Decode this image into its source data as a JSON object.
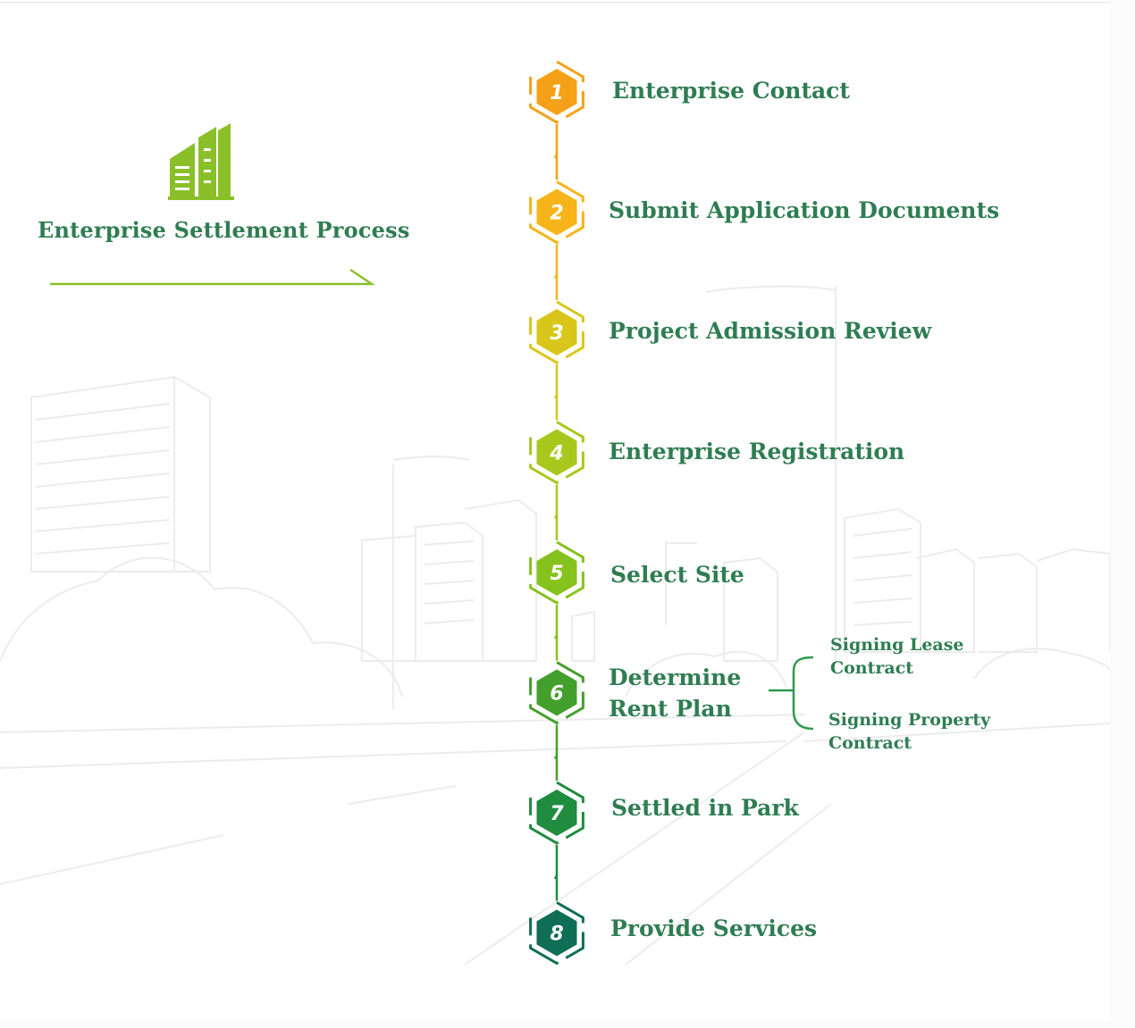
{
  "title": "Enterprise Settlement Process",
  "icons": {
    "building": "building-icon",
    "arrow": "long-arrow-right-icon"
  },
  "steps": [
    {
      "number": "1",
      "label": "Enterprise Contact",
      "color": "#f5a117"
    },
    {
      "number": "2",
      "label": "Submit Application Documents",
      "color": "#f6b41a"
    },
    {
      "number": "3",
      "label": "Project Admission Review",
      "color": "#d9c61a"
    },
    {
      "number": "4",
      "label": "Enterprise Registration",
      "color": "#a9c81e"
    },
    {
      "number": "5",
      "label": "Select Site",
      "color": "#86c21d"
    },
    {
      "number": "6",
      "label_line1": "Determine",
      "label_line2": "Rent Plan",
      "color": "#44a02c"
    },
    {
      "number": "7",
      "label": "Settled in Park",
      "color": "#1f8c3f"
    },
    {
      "number": "8",
      "label": "Provide Services",
      "color": "#0f6e54"
    }
  ],
  "rent_plan_options": [
    {
      "line1": "Signing Lease",
      "line2": "Contract"
    },
    {
      "line1": "Signing Property",
      "line2": "Contract"
    }
  ],
  "colors": {
    "text": "#2f7d52",
    "icon_green": "#8bbf2a",
    "arrow": "#8bbf2a"
  }
}
